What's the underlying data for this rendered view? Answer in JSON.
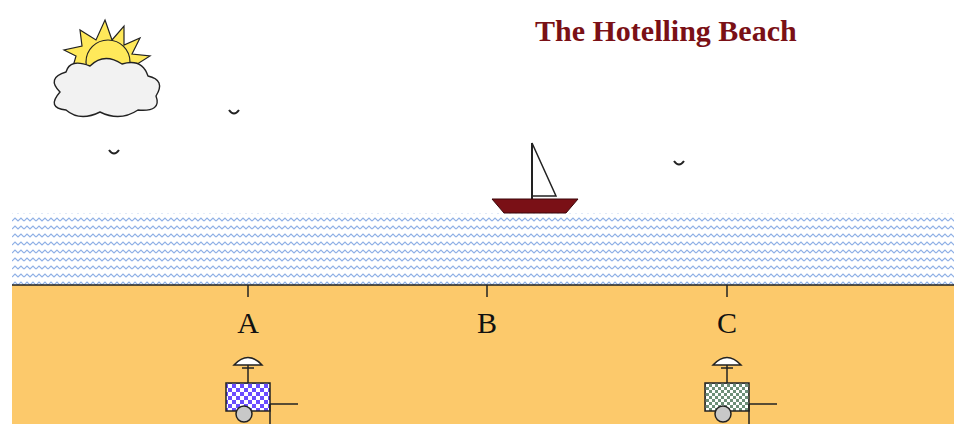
{
  "diagram": {
    "title": "The Hotelling Beach",
    "labels": [
      "A",
      "B",
      "C"
    ]
  }
}
